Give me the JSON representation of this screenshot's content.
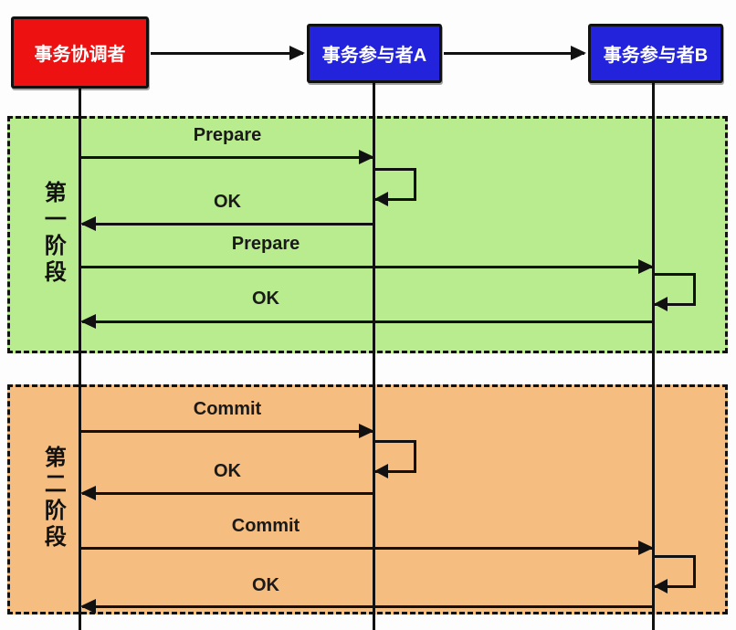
{
  "actors": [
    {
      "label": "事务协调者",
      "color": "#ed1111"
    },
    {
      "label": "事务参与者A",
      "color": "#2323dc"
    },
    {
      "label": "事务参与者B",
      "color": "#2323dc"
    }
  ],
  "phases": [
    {
      "label": "第一阶段",
      "fill": "#b9ec8e",
      "messages": [
        {
          "text": "Prepare"
        },
        {
          "text": "OK"
        },
        {
          "text": "Prepare"
        },
        {
          "text": "OK"
        }
      ]
    },
    {
      "label": "第二阶段",
      "fill": "#f6bd80",
      "messages": [
        {
          "text": "Commit"
        },
        {
          "text": "OK"
        },
        {
          "text": "Commit"
        },
        {
          "text": "OK"
        }
      ]
    }
  ]
}
